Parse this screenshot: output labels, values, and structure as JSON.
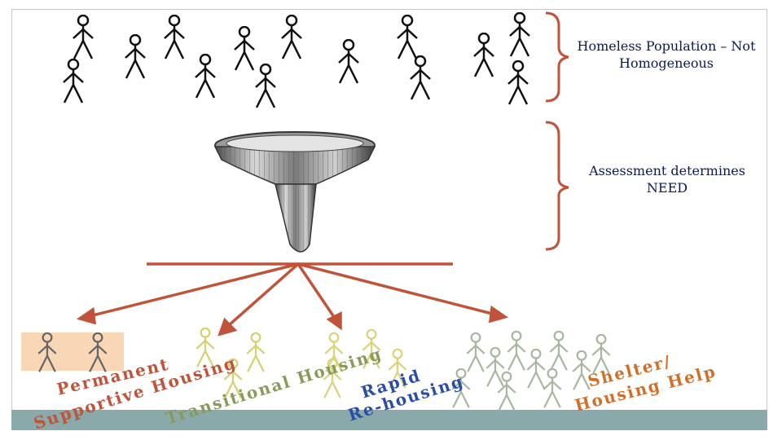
{
  "notes": {
    "homeless_population": "Homeless Population – Not Homogeneous",
    "assessment": "Assessment determines NEED"
  },
  "outcomes": {
    "permanent_line1": "Permanent",
    "permanent_line2": "Supportive Housing",
    "transitional": "Transitional Housing",
    "rapid_line1": "Rapid",
    "rapid_line2": "Re-housing",
    "shelter_line1": "Shelter/",
    "shelter_line2": "Housing Help"
  },
  "colors": {
    "brace": "#c0533a",
    "arrow": "#c0533a",
    "note_text": "#0a1a55",
    "permanent_text": "#c0533a",
    "transitional_text": "#8a9a5a",
    "rapid_text": "#2a4ea8",
    "shelter_text": "#d0702a",
    "permanent_box": "#f8d6b6",
    "bottom_bar": "#8aa9aa"
  },
  "icons": [
    "stick-figure-icon",
    "funnel-icon",
    "arrow-icon",
    "brace-icon"
  ]
}
